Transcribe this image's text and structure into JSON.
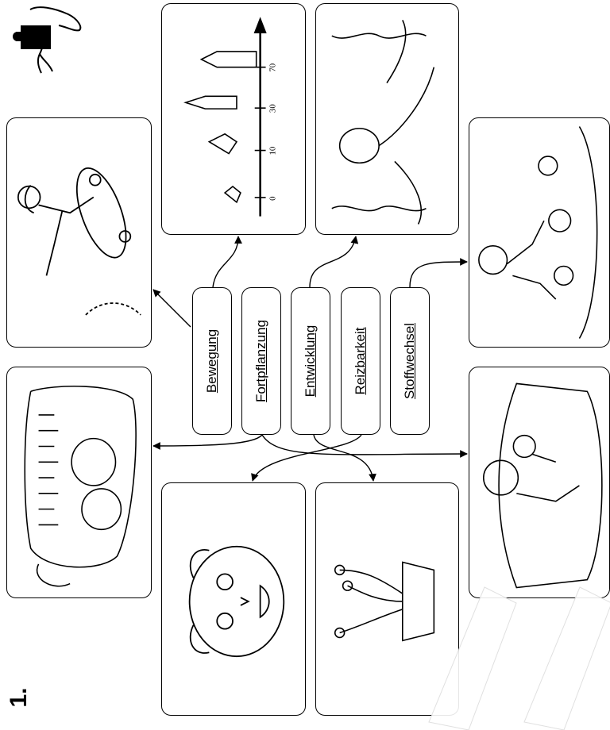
{
  "page": {
    "number_label": "1."
  },
  "terms": [
    {
      "label": "Bewegung"
    },
    {
      "label": "Fortpflanzung"
    },
    {
      "label": "Entwicklung"
    },
    {
      "label": "Reizbarkeit"
    },
    {
      "label": "Stoffwechsel"
    }
  ],
  "age_scale": {
    "ticks": [
      "0",
      "10",
      "30",
      "70"
    ]
  },
  "colors": {
    "ink": "#000000",
    "watermark": "#ffffff"
  }
}
